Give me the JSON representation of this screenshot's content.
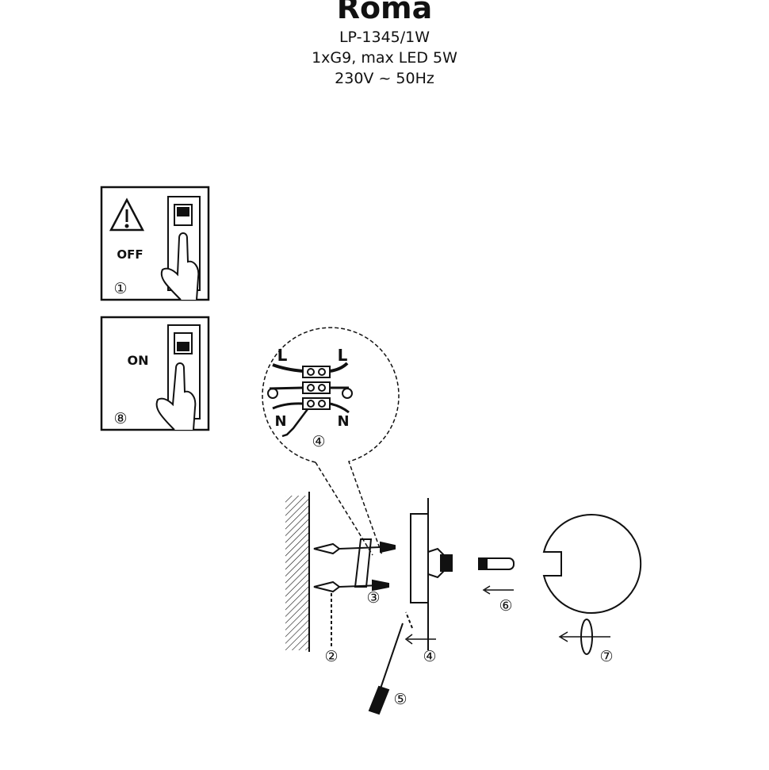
{
  "header": {
    "title": "Roma",
    "model": "LP-1345/1W",
    "bulb": "1xG9, max LED 5W",
    "voltage": "230V ~ 50Hz"
  },
  "panels": {
    "off": {
      "label": "OFF",
      "step": "①"
    },
    "on": {
      "label": "ON",
      "step": "⑧"
    }
  },
  "wiring": {
    "live_left": "L",
    "live_right": "L",
    "neutral_left": "N",
    "neutral_right": "N",
    "step": "④"
  },
  "steps": {
    "anchors": "②",
    "bracket": "③",
    "mount": "④",
    "screwdriver": "⑤",
    "bulb": "⑥",
    "shade": "⑦"
  }
}
